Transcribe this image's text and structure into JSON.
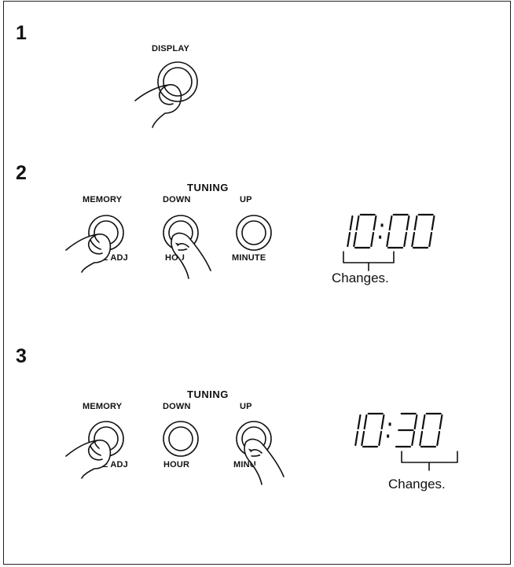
{
  "steps": [
    {
      "number": "1",
      "buttons": {
        "display": "DISPLAY"
      }
    },
    {
      "number": "2",
      "group_label": "TUNING",
      "buttons": {
        "memory": "MEMORY",
        "down": "DOWN",
        "up": "UP",
        "time_adj": "E ADJ",
        "hour": "HOU",
        "minute": "MINUTE"
      },
      "display": {
        "time": "10:00",
        "note": "Changes."
      }
    },
    {
      "number": "3",
      "group_label": "TUNING",
      "buttons": {
        "memory": "MEMORY",
        "down": "DOWN",
        "up": "UP",
        "time_adj": "E ADJ",
        "hour": "HOUR",
        "minute": "MINU"
      },
      "display": {
        "time": "10:30",
        "note": "Changes."
      }
    }
  ]
}
